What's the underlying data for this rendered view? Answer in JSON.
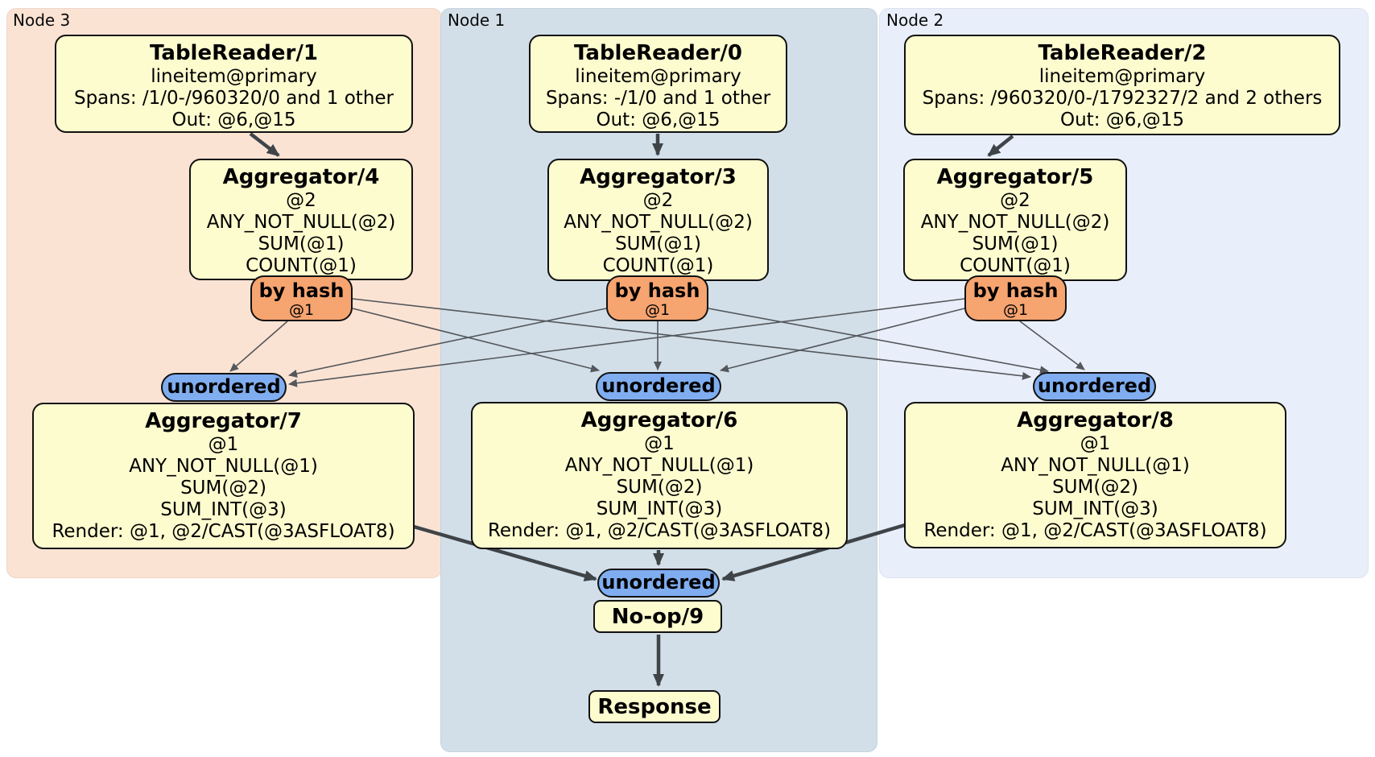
{
  "regions": {
    "node3": {
      "label": "Node 3"
    },
    "node1": {
      "label": "Node 1"
    },
    "node2": {
      "label": "Node 2"
    }
  },
  "processors": {
    "tr1": {
      "title": "TableReader/1",
      "lines": [
        "lineitem@primary",
        "Spans: /1/0-/960320/0 and 1 other",
        "Out: @6,@15"
      ]
    },
    "tr0": {
      "title": "TableReader/0",
      "lines": [
        "lineitem@primary",
        "Spans: -/1/0 and 1 other",
        "Out: @6,@15"
      ]
    },
    "tr2": {
      "title": "TableReader/2",
      "lines": [
        "lineitem@primary",
        "Spans: /960320/0-/1792327/2 and 2 others",
        "Out: @6,@15"
      ]
    },
    "agg4": {
      "title": "Aggregator/4",
      "lines": [
        "@2",
        "ANY_NOT_NULL(@2)",
        "SUM(@1)",
        "COUNT(@1)"
      ]
    },
    "agg3": {
      "title": "Aggregator/3",
      "lines": [
        "@2",
        "ANY_NOT_NULL(@2)",
        "SUM(@1)",
        "COUNT(@1)"
      ]
    },
    "agg5": {
      "title": "Aggregator/5",
      "lines": [
        "@2",
        "ANY_NOT_NULL(@2)",
        "SUM(@1)",
        "COUNT(@1)"
      ]
    },
    "agg7": {
      "title": "Aggregator/7",
      "lines": [
        "@1",
        "ANY_NOT_NULL(@1)",
        "SUM(@2)",
        "SUM_INT(@3)",
        "Render: @1, @2/CAST(@3ASFLOAT8)"
      ]
    },
    "agg6": {
      "title": "Aggregator/6",
      "lines": [
        "@1",
        "ANY_NOT_NULL(@1)",
        "SUM(@2)",
        "SUM_INT(@3)",
        "Render: @1, @2/CAST(@3ASFLOAT8)"
      ]
    },
    "agg8": {
      "title": "Aggregator/8",
      "lines": [
        "@1",
        "ANY_NOT_NULL(@1)",
        "SUM(@2)",
        "SUM_INT(@3)",
        "Render: @1, @2/CAST(@3ASFLOAT8)"
      ]
    },
    "noop": {
      "title": "No-op/9"
    },
    "response": {
      "title": "Response"
    }
  },
  "routers": {
    "hash4": {
      "label": "by hash",
      "detail": "@1"
    },
    "hash3": {
      "label": "by hash",
      "detail": "@1"
    },
    "hash5": {
      "label": "by hash",
      "detail": "@1"
    }
  },
  "syncs": {
    "sync7": {
      "label": "unordered"
    },
    "sync6": {
      "label": "unordered"
    },
    "sync8": {
      "label": "unordered"
    },
    "sync9": {
      "label": "unordered"
    }
  },
  "colors": {
    "region_node3_bg": "#fbe3d4",
    "region_node1_bg": "#d2dfe9",
    "region_node2_bg": "#e9effa",
    "processor_box_bg": "#fdfccf",
    "router_bg": "#f6a470",
    "sync_bg": "#7fadf0",
    "thin_edge": "#54575b",
    "thick_edge": "#3f4448",
    "border": "#111111"
  }
}
